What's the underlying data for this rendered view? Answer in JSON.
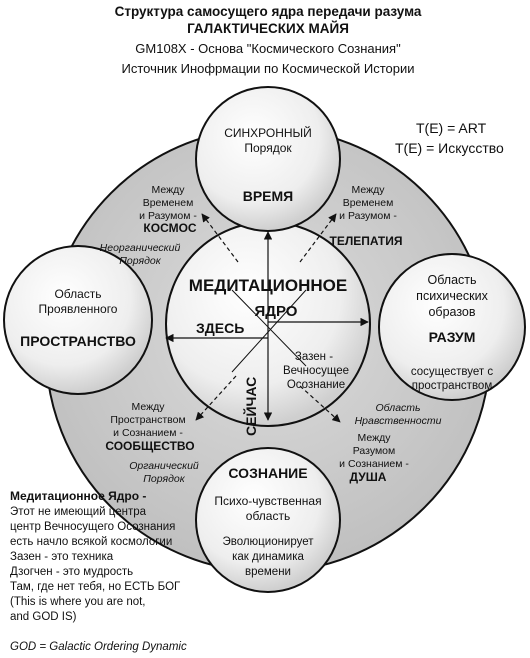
{
  "header": {
    "line1": "Структура самосущего ядра передачи разума",
    "line2": "ГАЛАКТИЧЕСКИХ МАЙЯ",
    "line3": "GM108X - Основа \"Космического Сознания\"",
    "line4": "Источник Инофрмации по Космической Истории"
  },
  "formula": {
    "line1": "T(E) = ART",
    "line2": "T(E) = Искусство"
  },
  "top_circle": {
    "line1": "СИНХРОННЫЙ",
    "line2": "Порядок",
    "title": "ВРЕМЯ"
  },
  "left_circle": {
    "line1": "Область",
    "line2": "Проявленного",
    "title": "ПРОСТРАНСТВО"
  },
  "right_circle": {
    "line1": "Область",
    "line2": "психических",
    "line3": "образов",
    "title": "РАЗУМ",
    "line4": "сосуществует с",
    "line5": "пространством"
  },
  "bottom_circle": {
    "title": "СОЗНАНИЕ",
    "line1": "Психо-чувственная",
    "line2": "область",
    "line3": "Эволюционирует",
    "line4": "как динамика",
    "line5": "времени"
  },
  "center": {
    "title1": "МЕДИТАЦИОННОЕ",
    "title2": "ЯДРО",
    "here": "ЗДЕСЬ",
    "now": "СЕЙЧАС",
    "zazen1": "Зазен -",
    "zazen2": "Вечносущее",
    "zazen3": "Осознание"
  },
  "quadrants": {
    "top_left": {
      "line1": "Между",
      "line2": "Временем",
      "line3": "и Разумом -",
      "title": "КОСМОС"
    },
    "top_right": {
      "line1": "Между",
      "line2": "Временем",
      "line3": "и Разумом -",
      "title": "ТЕЛЕПАТИЯ"
    },
    "bottom_left": {
      "line1": "Между",
      "line2": "Пространством",
      "line3": "и Сознанием -",
      "title": "СООБЩЕСТВО"
    },
    "bottom_right": {
      "line1": "Между",
      "line2": "Разумом",
      "line3": "и Сознанием -",
      "title": "ДУША"
    }
  },
  "orders": {
    "inorganic1": "Неорганический",
    "inorganic2": "Порядок",
    "organic1": "Органический",
    "organic2": "Порядок",
    "morality1": "Область",
    "morality2": "Нравственности"
  },
  "footnote": {
    "title": "Медитационное Ядро -",
    "line1": "Этот не имеющий центра",
    "line2": "центр Вечносущего Осознания",
    "line3": "есть начло всякой космологии",
    "line4": "Зазен - это техника",
    "line5": "Дзогчен - это мудрость",
    "line6": "Там, где нет тебя, но ЕСТЬ БОГ",
    "line7": "(This is where you are not,",
    "line8": "and GOD IS)",
    "god": "GOD = Galactic Ordering Dynamic"
  },
  "colors": {
    "big_circle": "#c8c8c8",
    "small_circle": "#e6e6e6",
    "stroke": "#111111"
  }
}
